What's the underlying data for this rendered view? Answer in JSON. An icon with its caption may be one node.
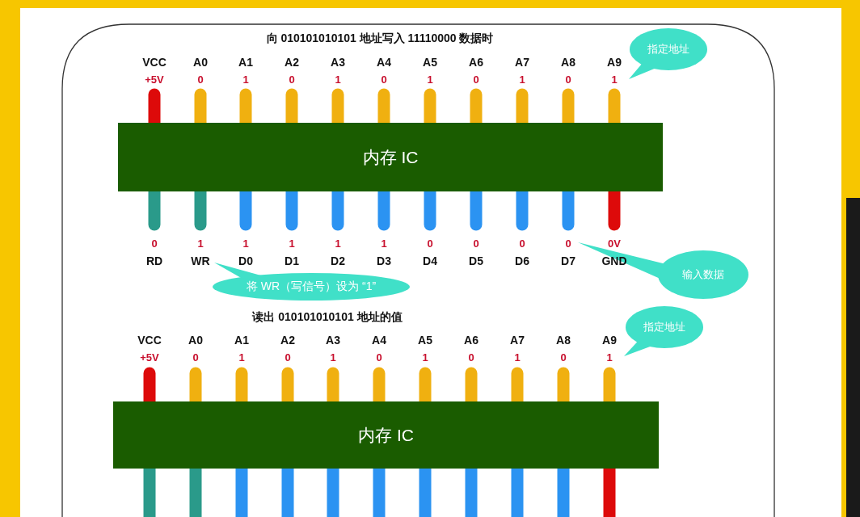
{
  "diagram": {
    "nodes": [
      {
        "text": [
          "内存 IC"
        ]
      },
      {
        "text": [
          "内存 IC"
        ]
      },
      {
        "text": [
          "指定地址"
        ]
      },
      {
        "text": [
          "输入数据"
        ]
      },
      {
        "text": [
          "将 WR（写信号）设为 “1”"
        ]
      },
      {
        "text": [
          "指定地址"
        ]
      }
    ],
    "labels": [
      "向 010101010101 地址写入 11110000 数据时",
      "VCC",
      "A0",
      "A1",
      "A2",
      "A3",
      "A4",
      "A5",
      "A6",
      "A7",
      "A8",
      "A9",
      "+5V",
      "0",
      "1",
      "0",
      "1",
      "0",
      "1",
      "0",
      "1",
      "0",
      "1",
      "0",
      "1",
      "1",
      "1",
      "1",
      "1",
      "0",
      "0",
      "0",
      "0",
      "0V",
      "RD",
      "WR",
      "D0",
      "D1",
      "D2",
      "D3",
      "D4",
      "D5",
      "D6",
      "D7",
      "GND",
      "读出 010101010101 地址的值",
      "VCC",
      "A0",
      "A1",
      "A2",
      "A3",
      "A4",
      "A5",
      "A6",
      "A7",
      "A8",
      "A9",
      "+5V",
      "0",
      "1",
      "0",
      "1",
      "0",
      "1",
      "0",
      "1",
      "0",
      "1"
    ]
  }
}
